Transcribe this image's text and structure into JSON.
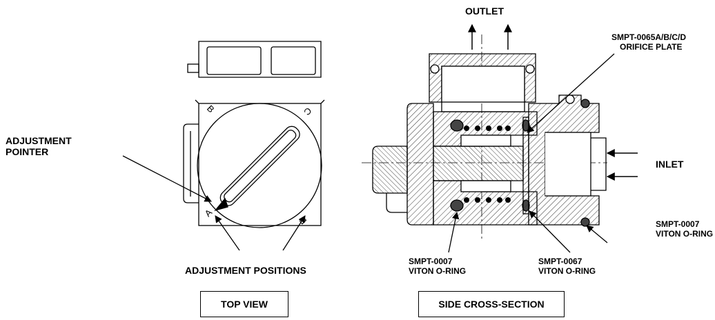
{
  "labels": {
    "adjustment_pointer_line1": "ADJUSTMENT",
    "adjustment_pointer_line2": "POINTER",
    "adjustment_positions": "ADJUSTMENT POSITIONS",
    "outlet": "OUTLET",
    "inlet": "INLET",
    "orifice_part": "SMPT-0065A/B/C/D",
    "orifice_name": "ORIFICE PLATE",
    "oring_right_part": "SMPT-0007",
    "oring_right_name": "VITON O-RING",
    "oring_left_part": "SMPT-0007",
    "oring_left_name": "VITON O-RING",
    "oring_mid_part": "SMPT-0067",
    "oring_mid_name": "VITON O-RING"
  },
  "dial_letters": {
    "a": "A",
    "b": "B",
    "c": "C",
    "d": "D"
  },
  "captions": {
    "top_view": "TOP VIEW",
    "side_view": "SIDE CROSS-SECTION"
  },
  "colors": {
    "line": "#000000",
    "hatch": "#333333",
    "background": "#ffffff"
  }
}
